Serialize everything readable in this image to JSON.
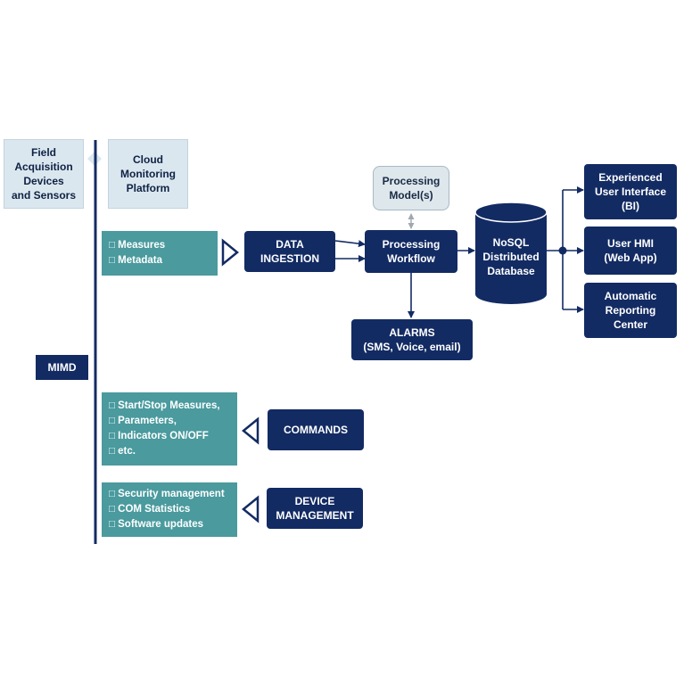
{
  "headers": {
    "field": "Field\nAcquisition\nDevices\nand Sensors",
    "cloud": "Cloud\nMonitoring\nPlatform"
  },
  "mimd": "MIMD",
  "data_items": [
    "□ Measures",
    "□ Metadata"
  ],
  "data_ingestion": "DATA\nINGESTION",
  "processing_model": "Processing\nModel(s)",
  "processing_workflow": "Processing\nWorkflow",
  "alarms": "ALARMS\n(SMS, Voice, email)",
  "database": "NoSQL\nDistributed\nDatabase",
  "outputs": {
    "bi": "Experienced\nUser Interface\n(BI)",
    "hmi": "User HMI\n(Web App)",
    "reporting": "Automatic\nReporting\nCenter"
  },
  "command_items": [
    "□ Start/Stop Measures,",
    "□ Parameters,",
    "□ Indicators ON/OFF",
    "□ etc."
  ],
  "commands": "COMMANDS",
  "device_items": [
    "□ Security management",
    "□ COM Statistics",
    "□ Software updates"
  ],
  "device_management": "DEVICE\nMANAGEMENT",
  "colors": {
    "navy": "#132b63",
    "teal": "#4a9a9e",
    "header": "#dbe7ef"
  }
}
